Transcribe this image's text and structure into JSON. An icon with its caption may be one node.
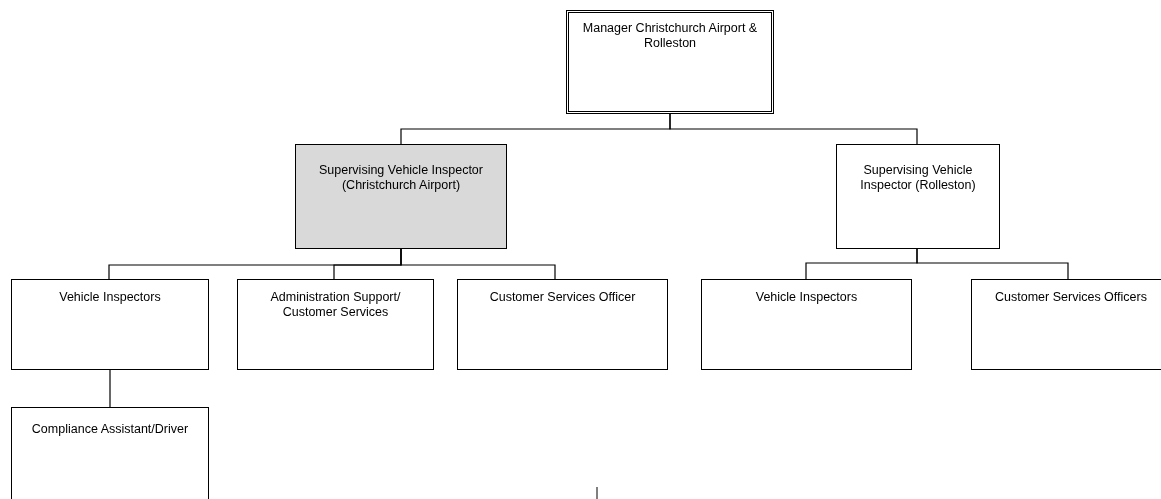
{
  "diagram": {
    "nodes": [
      {
        "text": [
          "Manager Christchurch Airport & Rolleston"
        ]
      },
      {
        "text": [
          "Supervising Vehicle Inspector (Christchurch Airport)"
        ]
      },
      {
        "text": [
          "Supervising Vehicle Inspector (Rolleston)"
        ]
      },
      {
        "text": [
          "Vehicle Inspectors"
        ]
      },
      {
        "text": [
          "Administration Support/ Customer Services"
        ]
      },
      {
        "text": [
          "Customer Services Officer"
        ]
      },
      {
        "text": [
          "Compliance Assistant/Driver"
        ]
      },
      {
        "text": [
          "Vehicle Inspectors"
        ]
      },
      {
        "text": [
          "Customer Services Officers"
        ]
      }
    ],
    "edges": [
      {
        "from": 0,
        "to": 1,
        "arrow": "none"
      },
      {
        "from": 0,
        "to": 2,
        "arrow": "none"
      },
      {
        "from": 1,
        "to": 3,
        "arrow": "none"
      },
      {
        "from": 1,
        "to": 4,
        "arrow": "none"
      },
      {
        "from": 1,
        "to": 5,
        "arrow": "none"
      },
      {
        "from": 3,
        "to": 6,
        "arrow": "none"
      },
      {
        "from": 2,
        "to": 7,
        "arrow": "none"
      },
      {
        "from": 2,
        "to": 8,
        "arrow": "none"
      }
    ]
  }
}
